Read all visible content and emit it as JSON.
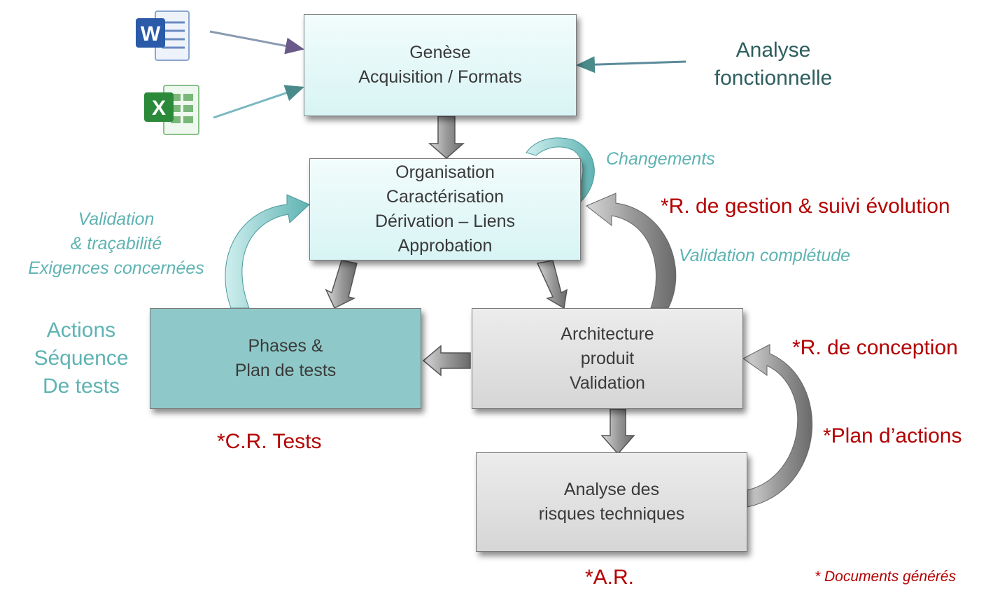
{
  "boxes": {
    "genese": [
      "Genèse",
      "Acquisition / Formats"
    ],
    "organisation": [
      "Organisation",
      "Caractérisation",
      "Dérivation – Liens",
      "Approbation"
    ],
    "phases": [
      "Phases &",
      "Plan de tests"
    ],
    "architecture": [
      "Architecture",
      "produit",
      "Validation"
    ],
    "analyse_risques": [
      "Analyse des",
      "risques techniques"
    ]
  },
  "labels": {
    "analyse_fonctionnelle": [
      "Analyse",
      "fonctionnelle"
    ],
    "changements": "Changements",
    "r_gestion": "*R. de gestion & suivi évolution",
    "validation_completude": "Validation complétude",
    "validation_tracabilite": [
      "Validation",
      "& traçabilité",
      "Exigences concernées"
    ],
    "actions_sequence": [
      "Actions",
      "Séquence",
      "De tests"
    ],
    "r_conception": "*R. de conception",
    "plan_actions": "*Plan d’actions",
    "cr_tests": "*C.R. Tests",
    "ar": "*A.R.",
    "documents_generes": "* Documents générés"
  },
  "icons": {
    "word": {
      "name": "word-icon",
      "letter": "W"
    },
    "excel": {
      "name": "excel-icon",
      "letter": "X"
    }
  },
  "colors": {
    "teal_text": "#5fb3b3",
    "red_text": "#b40000",
    "teal_box": "#8fc8c8",
    "cyan_box": "#e4f8f8",
    "grey_box": "#dcdcdc"
  }
}
